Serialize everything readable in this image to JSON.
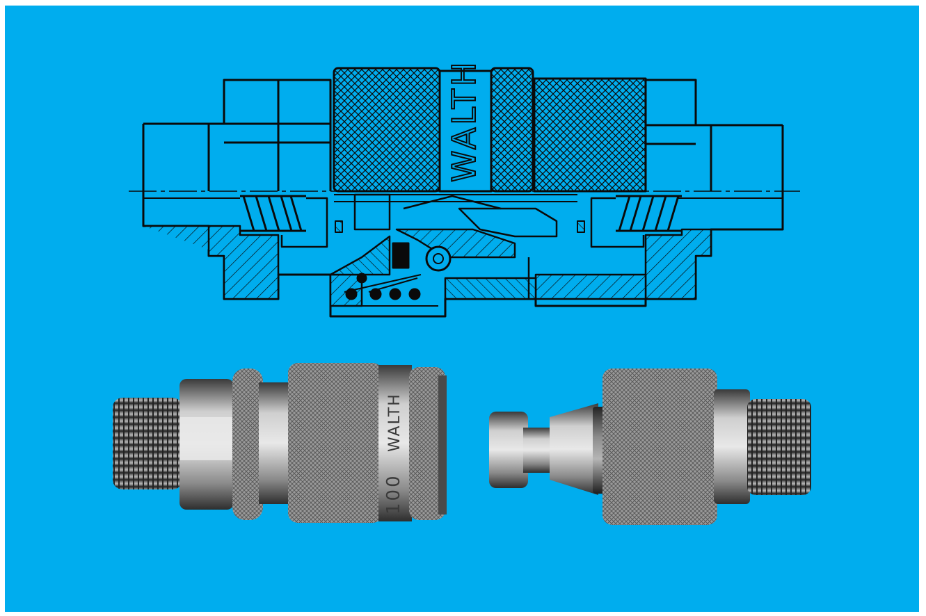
{
  "figure": {
    "kind": "cross-section drawing and photograph of hydraulic quick-release couplings",
    "background_color": "#00adee",
    "line_color": "#0a0a0a"
  },
  "drawing": {
    "engraved_text": "WALTH"
  },
  "photo": {
    "coupler_engraving": "WALTH",
    "coupler_number": "100",
    "items": [
      "socket-coupler",
      "plug-nipple"
    ]
  }
}
